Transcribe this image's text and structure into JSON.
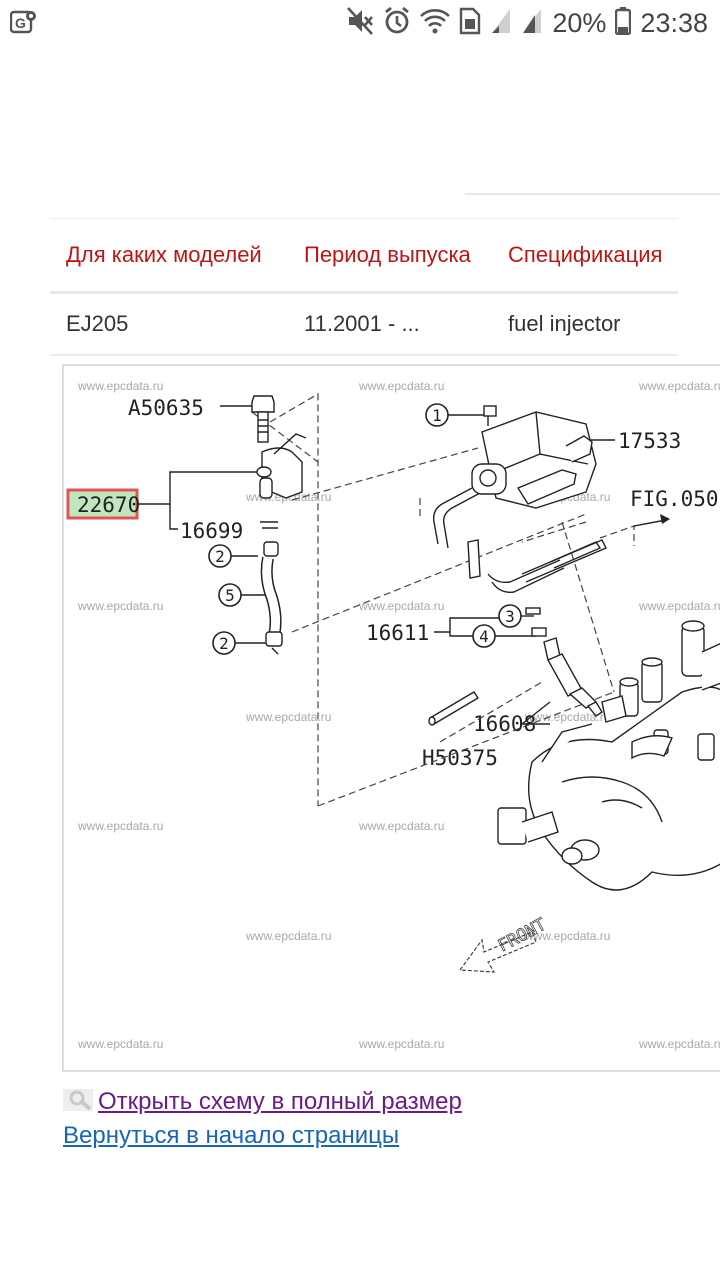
{
  "status_bar": {
    "battery_percent": "20%",
    "time": "23:38"
  },
  "spec_table": {
    "headers": [
      "Для каких моделей",
      "Период выпуска",
      "Спецификация"
    ],
    "row": [
      "EJ205",
      "11.2001 - ...",
      "fuel injector"
    ]
  },
  "diagram": {
    "watermark": "www.epcdata.ru",
    "highlighted_part": "22670",
    "part_numbers": {
      "a50635": "A50635",
      "p22670": "22670",
      "p16699": "16699",
      "p17533": "17533",
      "fig": "FIG.050",
      "p16611": "16611",
      "p16608": "16608",
      "h50375": "H50375"
    },
    "callouts": [
      "1",
      "2",
      "2",
      "3",
      "4",
      "5"
    ],
    "front_label": "FRONT"
  },
  "links": {
    "open_full": "Открыть схему в полный размер",
    "back_to_top": "Вернуться в начало страницы"
  }
}
